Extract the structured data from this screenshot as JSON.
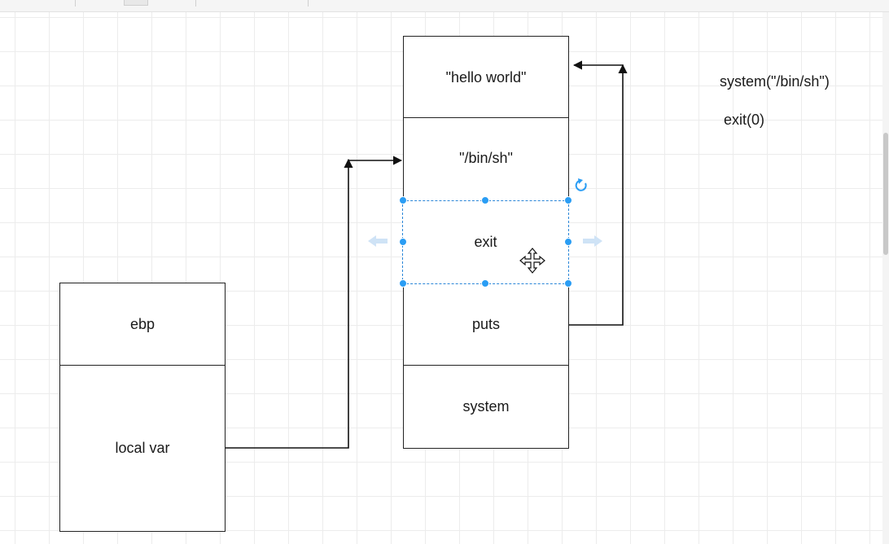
{
  "diagram": {
    "left_stack": {
      "cells": [
        "ebp",
        "local var"
      ]
    },
    "right_stack": {
      "cells": [
        "\"hello world\"",
        "\"/bin/sh\"",
        "exit",
        "puts",
        "system"
      ],
      "selected": "exit"
    },
    "notes": [
      "system(\"/bin/sh\")",
      "exit(0)"
    ]
  },
  "colors": {
    "stroke": "#222222",
    "selection": "#2a86d8",
    "handle": "#2a9df4",
    "grid": "#ececec",
    "ghost_arrow": "#cfe3f6"
  },
  "icons": {
    "rotate": "rotate-icon",
    "move": "move-cursor-icon"
  }
}
